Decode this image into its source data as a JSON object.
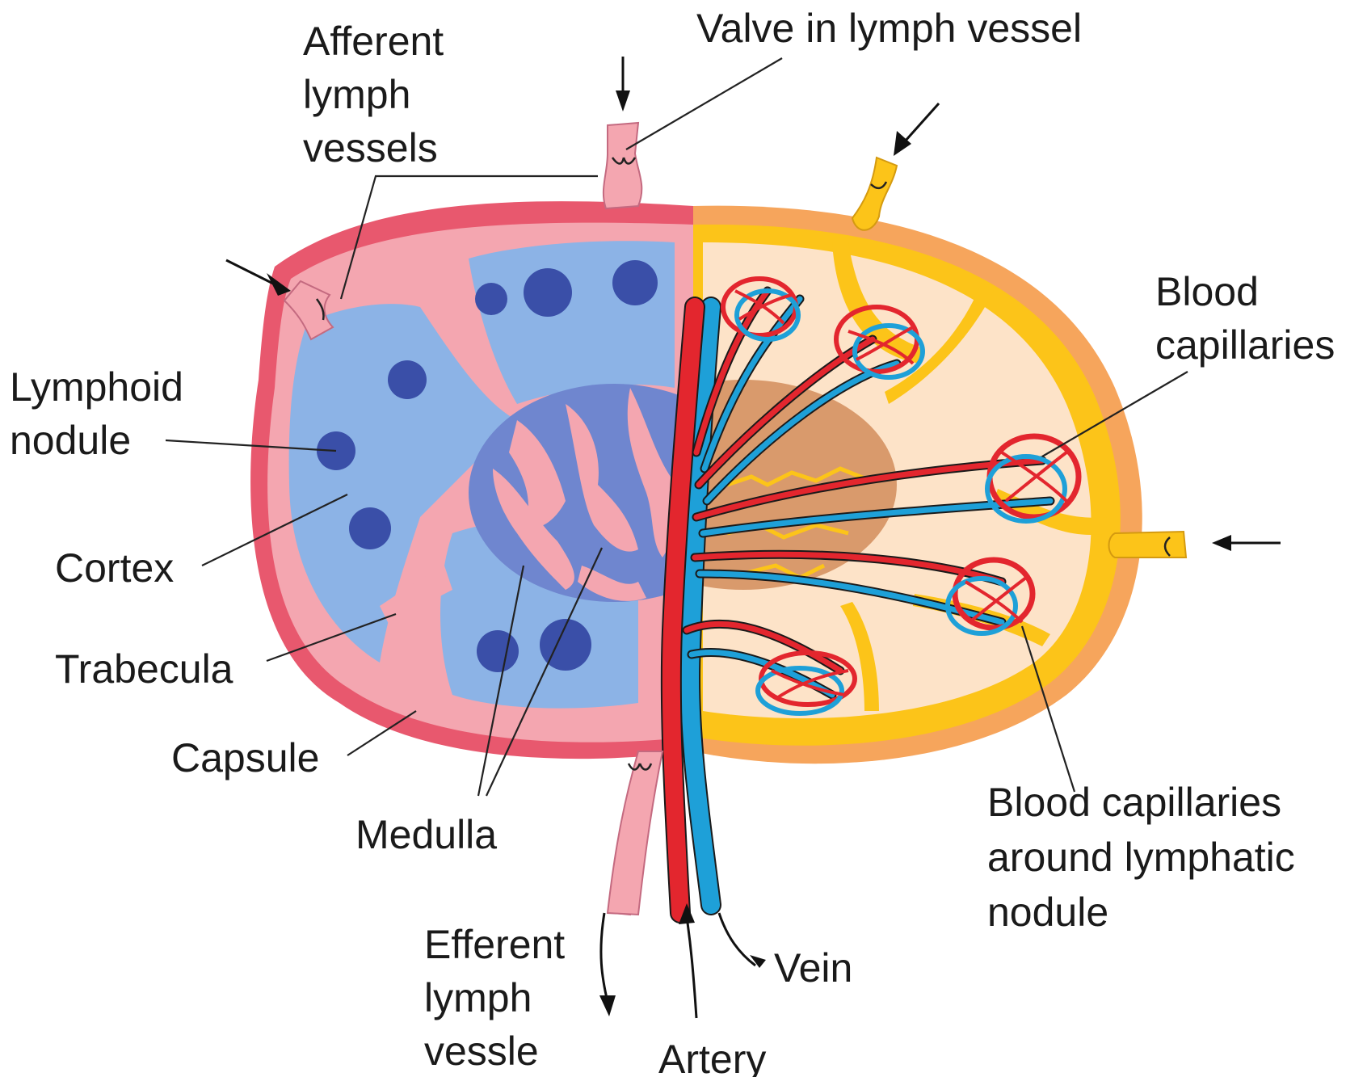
{
  "labels": {
    "afferent": [
      "Afferent",
      "lymph",
      "vessels"
    ],
    "valve": "Valve in lymph vessel",
    "blood_capillaries": [
      "Blood",
      "capillaries"
    ],
    "lymphoid_nodule": [
      "Lymphoid",
      "nodule"
    ],
    "cortex": "Cortex",
    "trabecula": "Trabecula",
    "capsule": "Capsule",
    "medulla": "Medulla",
    "blood_capillaries_around": [
      "Blood capillaries",
      "around lymphatic",
      "nodule"
    ],
    "efferent": [
      "Efferent",
      "lymph",
      "vessle"
    ],
    "vein": "Vein",
    "artery": "Artery"
  },
  "colors": {
    "capsule_left": "#e8586e",
    "sinus_pink": "#f4a6b0",
    "cortex_blue": "#8cb3e6",
    "nodule_dark": "#3a4fa8",
    "medulla_purple": "#6f86cf",
    "capsule_right": "#f6a55c",
    "sinus_yellow": "#fcc419",
    "cortex_peach": "#fde3c8",
    "medulla_tan": "#d99a6c",
    "artery_red": "#e3262e",
    "vein_blue": "#1ea0d8"
  }
}
